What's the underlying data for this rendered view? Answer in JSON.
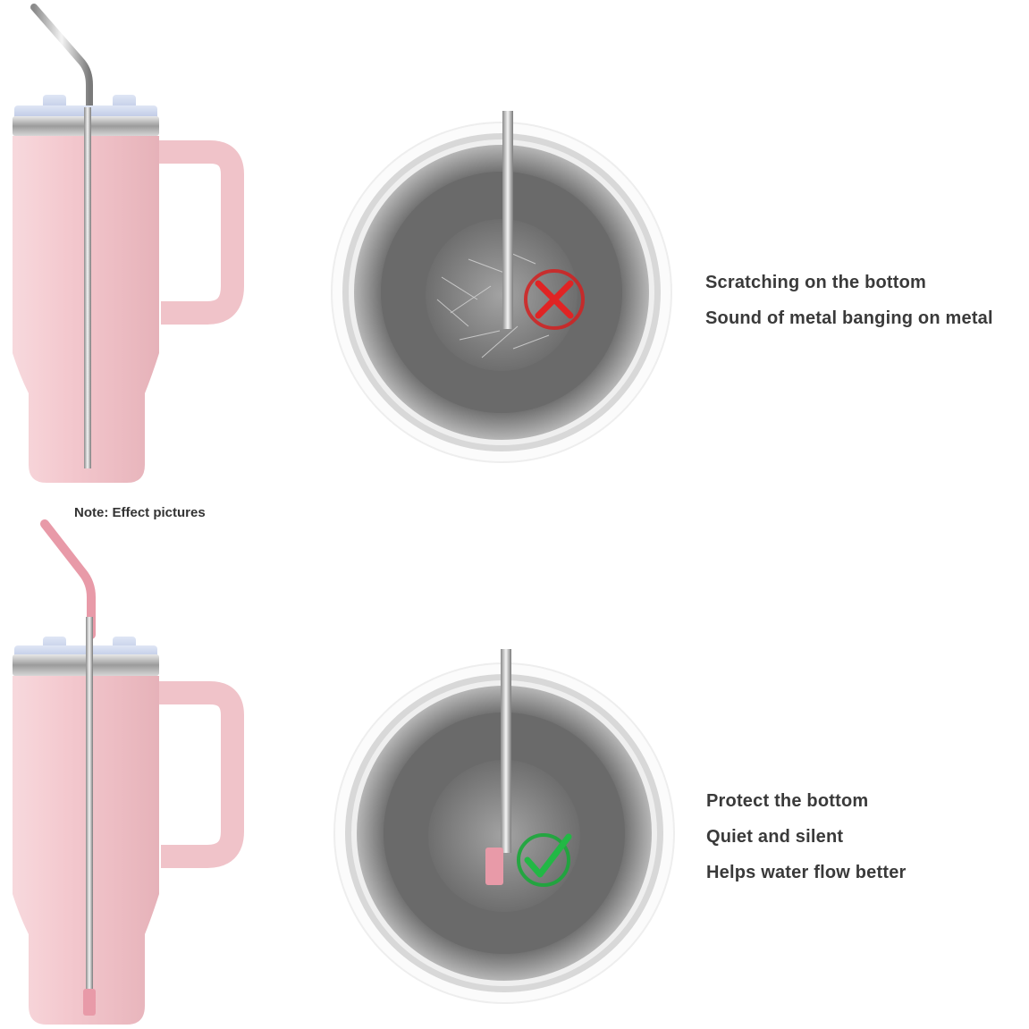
{
  "note": "Note: Effect pictures",
  "panels": {
    "without_tip": {
      "captions": [
        "Scratching on the bottom",
        "Sound of metal banging on metal"
      ],
      "status_icon": "red-x-icon",
      "status_color": "#d32020"
    },
    "with_tip": {
      "captions": [
        "Protect the bottom",
        "Quiet and silent",
        "Helps water flow better"
      ],
      "status_icon": "green-check-icon",
      "status_color": "#1aa83a"
    }
  },
  "colors": {
    "tumbler_pink": "#f4c9cf",
    "silicone_tip_pink": "#e89aa8",
    "steel": "#c8c8c8"
  }
}
